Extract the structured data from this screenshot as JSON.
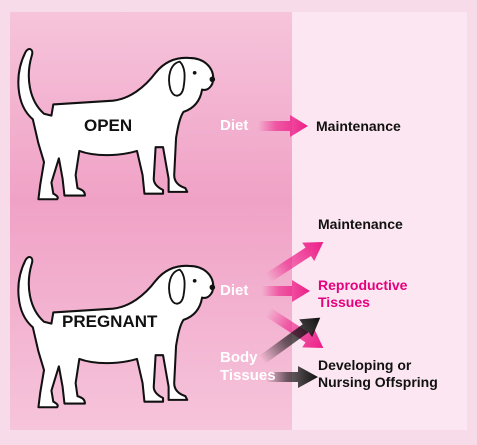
{
  "colors": {
    "frame_bg": "#f7dbe8",
    "panel_left": "#f2a5c8",
    "panel_right": "#fce6f1",
    "arrow_pink": "#ec1e87",
    "arrow_dark": "#111111",
    "highlight_text": "#e5007d"
  },
  "open": {
    "dog_label": "OPEN",
    "source_label": "Diet",
    "target_label": "Maintenance"
  },
  "pregnant": {
    "dog_label": "PREGNANT",
    "diet_label": "Diet",
    "body_label_line1": "Body",
    "body_label_line2": "Tissues",
    "targets": {
      "maintenance": "Maintenance",
      "reproductive_line1": "Reproductive",
      "reproductive_line2": "Tissues",
      "offspring_line1": "Developing or",
      "offspring_line2": "Nursing Offspring"
    }
  }
}
